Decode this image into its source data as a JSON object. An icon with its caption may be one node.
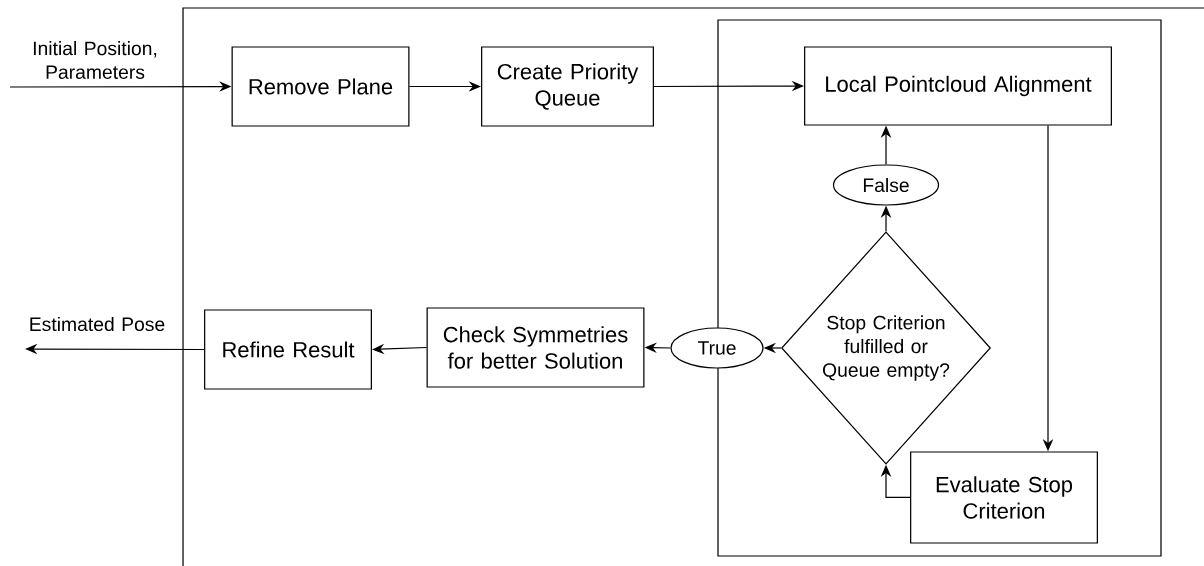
{
  "diagram": {
    "nodes": [
      {
        "text": [],
        "shape": "box"
      },
      {
        "text": [],
        "shape": "box",
        "in": 0
      },
      {
        "text": [
          "Remove Plane"
        ],
        "in": 0
      },
      {
        "text": [
          "Create Priority Queue"
        ],
        "in": 0
      },
      {
        "text": [
          "Local Pointcloud Alignment"
        ],
        "in": 1
      },
      {
        "text": [
          "False"
        ],
        "in": 1
      },
      {
        "text": [
          "Stop Criterion fulfilled or Queue empty?"
        ],
        "in": 1
      },
      {
        "text": [
          "Evaluate Stop Criterion"
        ],
        "in": 1
      },
      {
        "text": [
          "True"
        ],
        "in": 0
      },
      {
        "text": [
          "Check Symmetries for better Solution"
        ],
        "in": 0
      },
      {
        "text": [
          "Refine Result"
        ],
        "in": 0
      }
    ],
    "edges": [
      {
        "from": null,
        "to": 2,
        "arrow": "to",
        "label": "Initial Position, Parameters"
      },
      {
        "from": 2,
        "to": 3,
        "arrow": "to"
      },
      {
        "from": 3,
        "to": 4,
        "arrow": "to"
      },
      {
        "from": 4,
        "to": 7,
        "arrow": "to"
      },
      {
        "from": 7,
        "to": 6,
        "arrow": "to"
      },
      {
        "from": 6,
        "to": 5,
        "arrow": "to"
      },
      {
        "from": 5,
        "to": 4,
        "arrow": "to"
      },
      {
        "from": 6,
        "to": 8,
        "arrow": "to"
      },
      {
        "from": 8,
        "to": 9,
        "arrow": "to"
      },
      {
        "from": 10,
        "to": null,
        "arrow": "to",
        "label": "Estimated Pose"
      },
      {
        "from": 9,
        "to": 10,
        "arrow": "to"
      }
    ]
  }
}
